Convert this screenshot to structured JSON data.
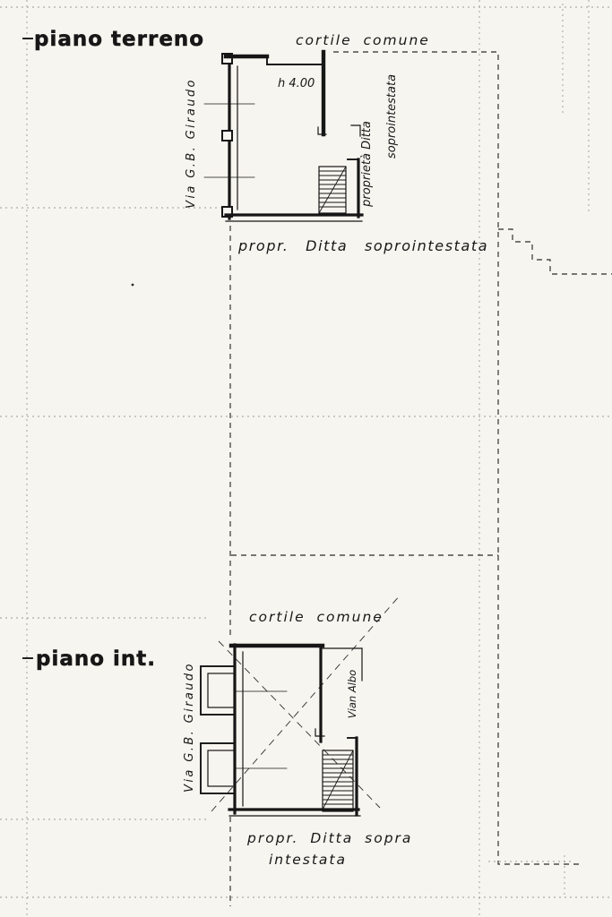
{
  "sheet": {
    "background": "#f7f5ef",
    "ink": "#1b1b1b",
    "grid_color": "#9a9a94"
  },
  "plans": {
    "ground": {
      "title": "piano terreno",
      "courtyard": "cortile comune",
      "height_note": "h 4.00",
      "street": "Via G.B. Giraudo",
      "owner_vertical_1": "proprietà Ditta",
      "owner_vertical_2": "soprointestata",
      "caption": "propr. Ditta soprointestata"
    },
    "basement": {
      "title": "piano int.",
      "courtyard": "cortile comune",
      "street": "Via G.B. Giraudo",
      "side_label": "Vian Albo",
      "caption_line1": "propr. Ditta sopra",
      "caption_line2": "intestata"
    }
  }
}
